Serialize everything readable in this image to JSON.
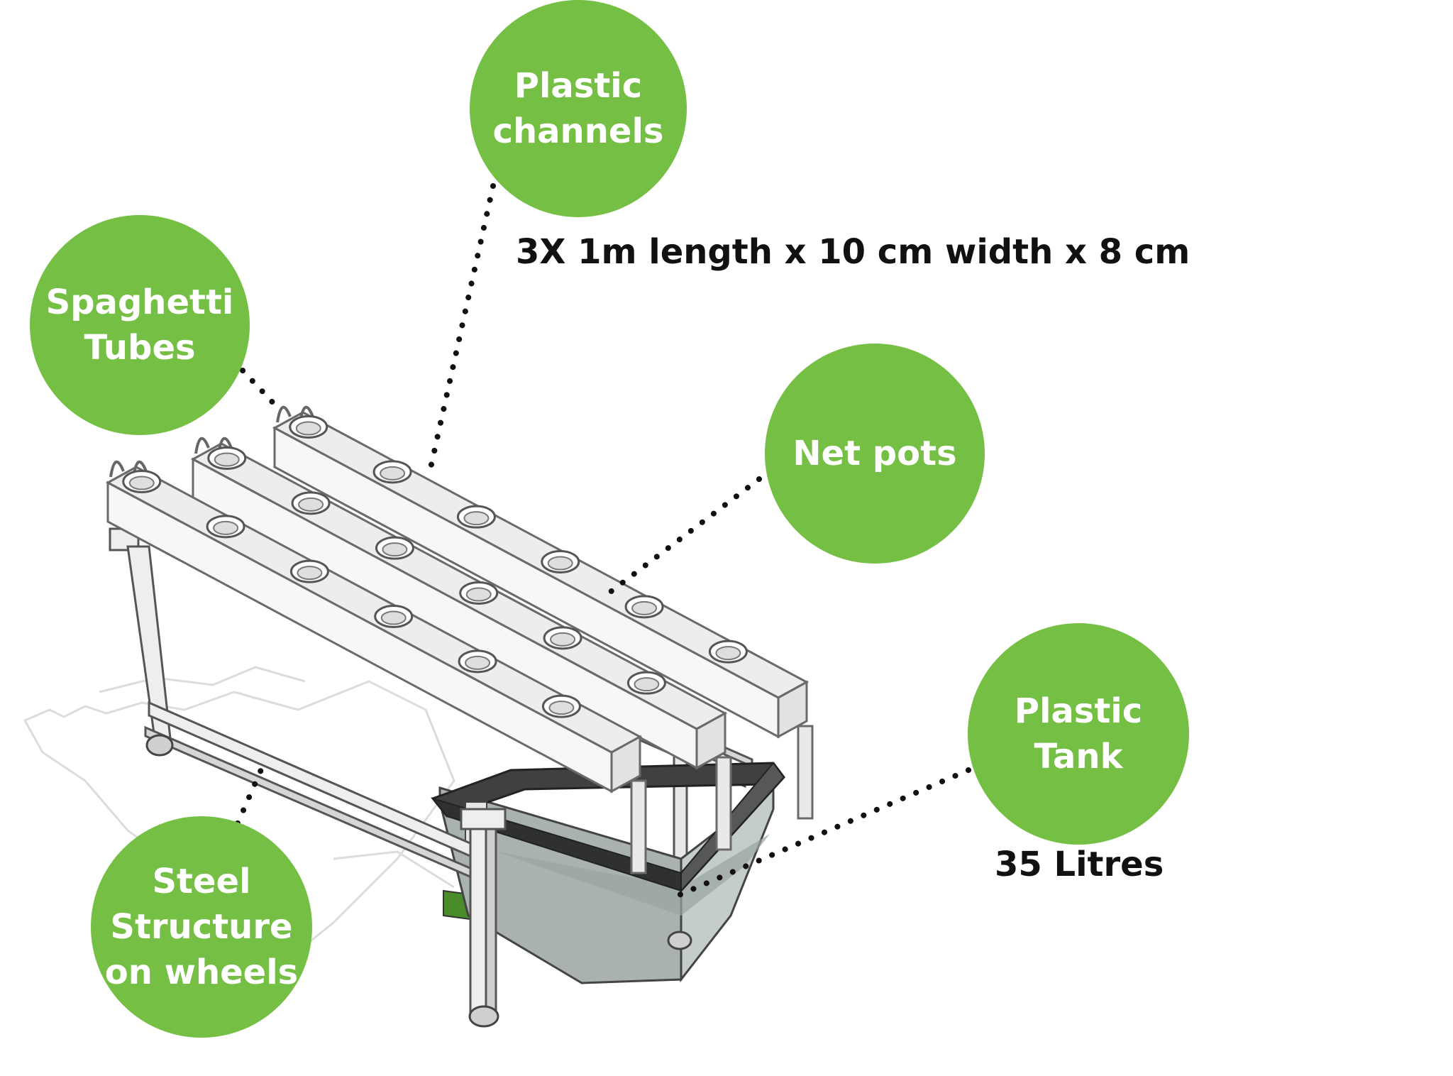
{
  "colors": {
    "bubble": "#74bf44",
    "bubble_text": "#ffffff",
    "note_text": "#111111",
    "leader": "#111111",
    "pipe_fill": "#ededed",
    "pipe_stroke": "#6a6a6a",
    "tank_dark": "#3f4140",
    "tank_glass": "#8f9a95"
  },
  "labels": {
    "plastic_channels": "Plastic\nchannels",
    "spaghetti_tubes": "Spaghetti\nTubes",
    "net_pots": "Net pots",
    "plastic_tank": "Plastic\nTank",
    "steel_structure": "Steel\nStructure\non wheels"
  },
  "notes": {
    "channels_dimensions": "3X 1m length x 10 cm width x 8 cm",
    "tank_capacity": "35 Litres"
  },
  "illustration": {
    "name": "hydroponic-nft-unit",
    "channel_count": 3,
    "net_pots_per_channel": 6
  }
}
